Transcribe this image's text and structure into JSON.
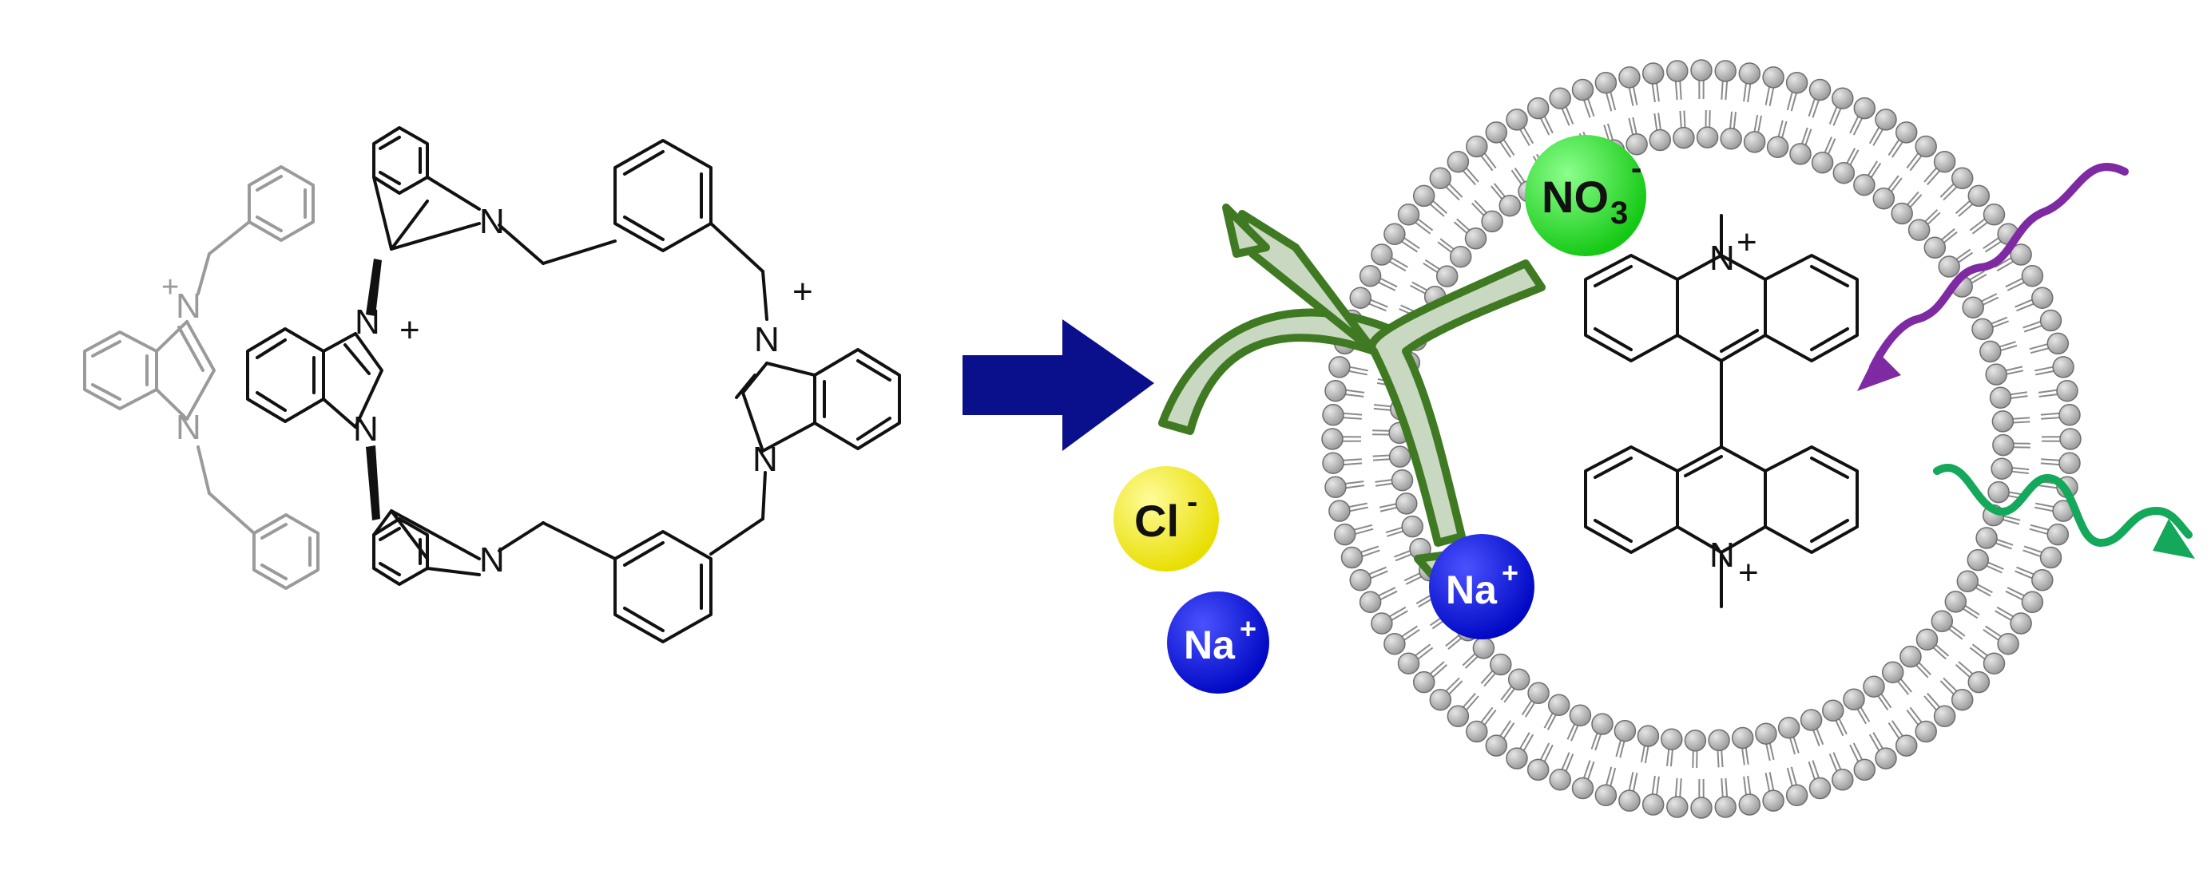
{
  "colors": {
    "bond_black": "#111111",
    "bond_grey": "#9a9a9a",
    "arrow_main": "#0a0f8c",
    "lipid_head": "#b4b4b4",
    "lipid_stroke": "#6e6e6e",
    "chloride": "#f4ee12",
    "nitrate": "#22dd22",
    "sodium": "#0b12e0",
    "exchange_arrow_fill": "#c9d8c1",
    "exchange_arrow_stroke": "#3f7a22",
    "light_in": "#7d2aa3",
    "light_out": "#13a85a"
  },
  "receptor": {
    "atom_n": "N",
    "charge": "+"
  },
  "acridinium": {
    "atom_n": "N",
    "charge": "+"
  },
  "ions": {
    "chloride": {
      "symbol": "Cl",
      "charge": "-"
    },
    "nitrate": {
      "symbol": "NO",
      "subscript": "3",
      "charge": "-"
    },
    "sodium_outside": {
      "symbol": "Na",
      "charge": "+"
    },
    "sodium_inside": {
      "symbol": "Na",
      "charge": "+"
    }
  },
  "icons": {
    "transport_arrow": "big-right-arrow-icon",
    "exchange": "curved-exchange-arrows-icon",
    "light_in": "wavy-arrow-icon",
    "light_out": "wavy-arrow-icon"
  }
}
